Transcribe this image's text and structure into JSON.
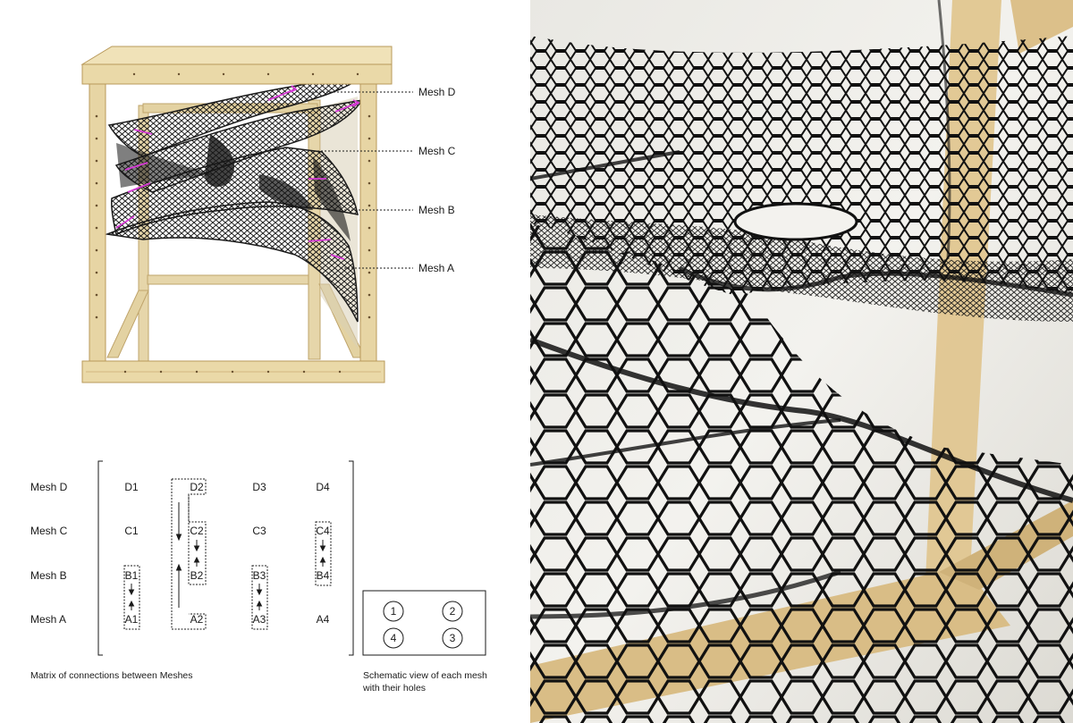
{
  "frame_labels": [
    "Mesh D",
    "Mesh C",
    "Mesh B",
    "Mesh A"
  ],
  "matrix": {
    "row_labels": [
      "Mesh D",
      "Mesh C",
      "Mesh B",
      "Mesh A"
    ],
    "cells": [
      [
        "D1",
        "D2",
        "D3",
        "D4"
      ],
      [
        "C1",
        "C2",
        "C3",
        "C4"
      ],
      [
        "B1",
        "B2",
        "B3",
        "B4"
      ],
      [
        "A1",
        "A2",
        "A3",
        "A4"
      ]
    ],
    "caption": "Matrix of connections between Meshes"
  },
  "schematic": {
    "holes": [
      "1",
      "2",
      "4",
      "3"
    ],
    "caption_line1": "Schematic view of each mesh",
    "caption_line2": "with their holes"
  },
  "colors": {
    "wood": "#e2cf9e",
    "wood_edge": "#b89a5c",
    "mesh": "#161616",
    "arrow": "#d63ad6"
  }
}
